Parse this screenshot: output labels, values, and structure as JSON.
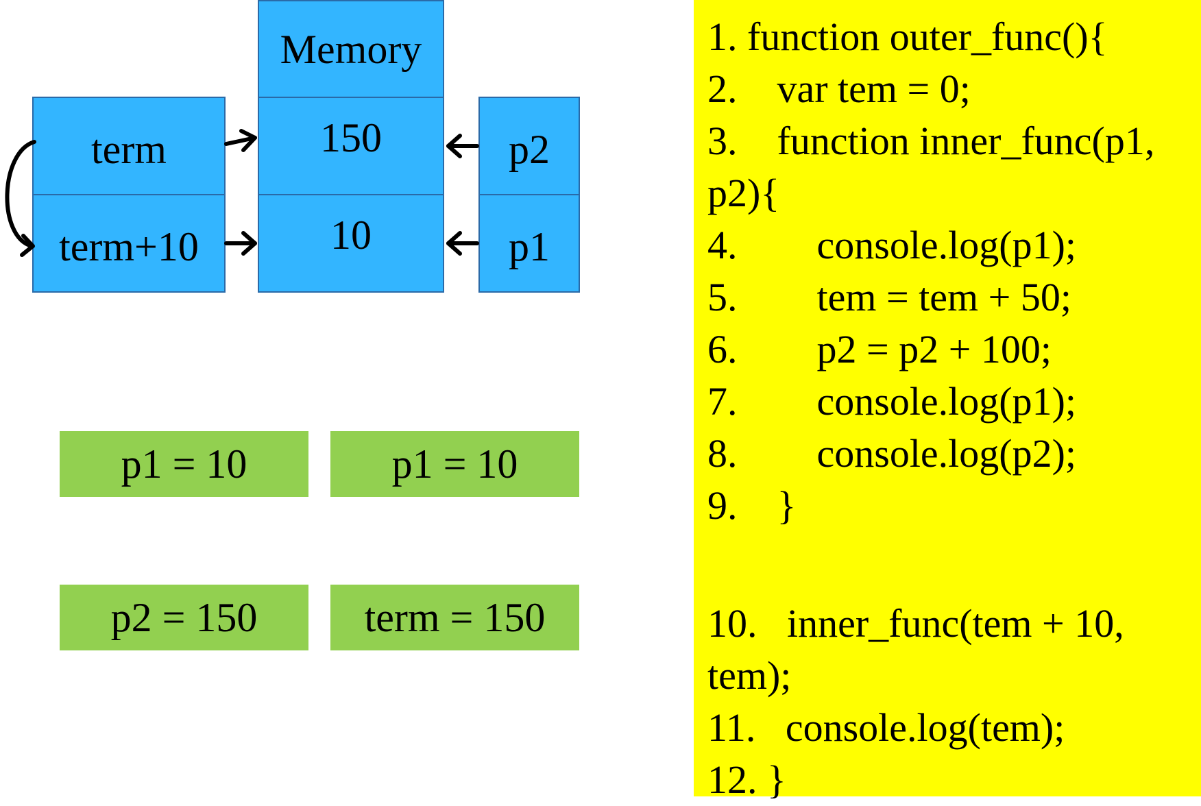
{
  "diagram": {
    "memory": {
      "header": "Memory",
      "cells": [
        "150",
        "10"
      ]
    },
    "left_vars": [
      "term",
      "term+10"
    ],
    "right_vars": [
      "p2",
      "p1"
    ],
    "results": [
      "p1 = 10",
      "p1 = 10",
      "p2 = 150",
      "term = 150"
    ]
  },
  "code": {
    "lines": [
      "1. function outer_func(){",
      "2.    var tem = 0;",
      "3.    function inner_func(p1,",
      "p2){",
      "4.        console.log(p1);",
      "5.        tem = tem + 50;",
      "6.        p2 = p2 + 100;",
      "7.        console.log(p1);",
      "8.        console.log(p2);",
      "9.    }",
      "",
      "10.   inner_func(tem + 10,",
      "tem);",
      "11.   console.log(tem);",
      "12. }"
    ]
  },
  "colors": {
    "box": "#33b5ff",
    "box_border": "#2a6aa8",
    "result": "#92d050",
    "code_bg": "#ffff00"
  }
}
